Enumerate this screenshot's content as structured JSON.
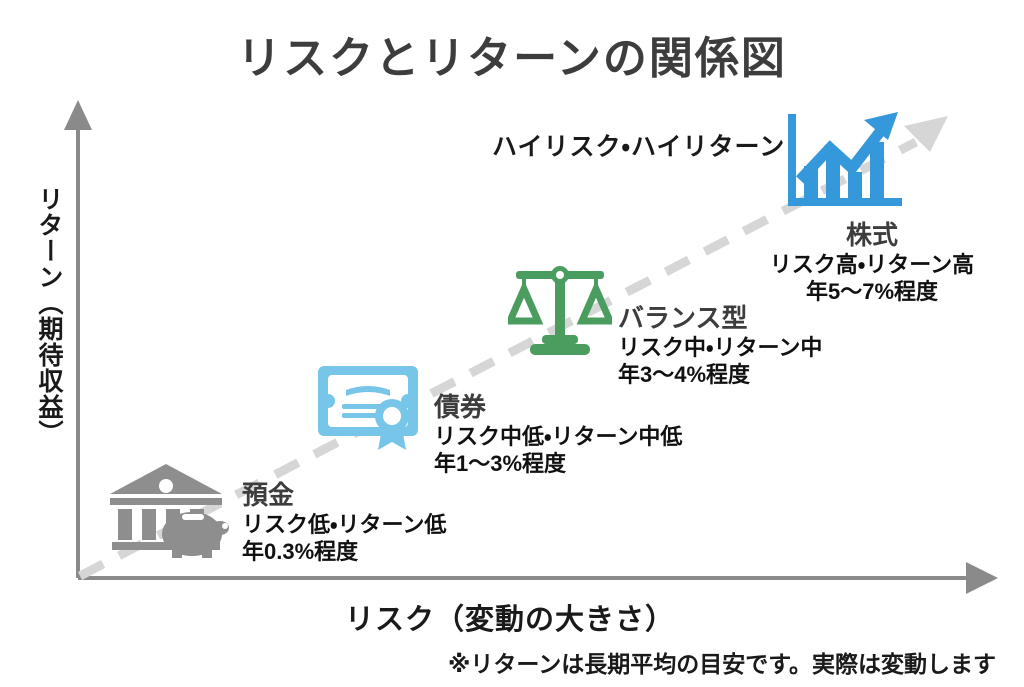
{
  "title": "リスクとリターンの関係図",
  "axes": {
    "y_label": "リターン（期待収益）",
    "x_label": "リスク（変動の大きさ）",
    "trend_annotation": "ハイリスク・ハイリターン"
  },
  "footnote": "※リターンは長期平均の目安です。実際は変動します",
  "colors": {
    "axis": "#8a8a8a",
    "trend_line": "#d4d4d4",
    "title": "#3d3d3d",
    "deposit_icon": "#8e8e8e",
    "bond_icon": "#77c5e8",
    "balanced_icon": "#4a9d5f",
    "stock_icon": "#3498db"
  },
  "chart_data": {
    "type": "scatter",
    "title": "リスクとリターンの関係図",
    "xlabel": "リスク（変動の大きさ）",
    "ylabel": "リターン（期待収益）",
    "grid": false,
    "legend": "none",
    "annotations": [
      "ハイリスク・ハイリターン",
      "※リターンは長期平均の目安です。実際は変動します"
    ],
    "trendline": {
      "style": "dashed",
      "direction": "upward",
      "arrow": true,
      "label": "ハイリスク・ハイリターン"
    },
    "points": [
      {
        "name": "預金",
        "risk_level": "低",
        "return_level": "低",
        "detail": "リスク低・リターン低",
        "rate": "年0.3%程度",
        "rate_min_pct": 0.3,
        "rate_max_pct": 0.3,
        "icon": "bank-piggybank-icon",
        "color": "#8e8e8e",
        "x": 0.08,
        "y": 0.08
      },
      {
        "name": "債券",
        "risk_level": "中低",
        "return_level": "中低",
        "detail": "リスク中低・リターン中低",
        "rate": "年1〜3%程度",
        "rate_min_pct": 1,
        "rate_max_pct": 3,
        "icon": "certificate-icon",
        "color": "#77c5e8",
        "x": 0.32,
        "y": 0.33
      },
      {
        "name": "バランス型",
        "risk_level": "中",
        "return_level": "中",
        "detail": "リスク中・リターン中",
        "rate": "年3〜4%程度",
        "rate_min_pct": 3,
        "rate_max_pct": 4,
        "icon": "balance-scales-icon",
        "color": "#4a9d5f",
        "x": 0.55,
        "y": 0.56
      },
      {
        "name": "株式",
        "risk_level": "高",
        "return_level": "高",
        "detail": "リスク高・リターン高",
        "rate": "年5〜7%程度",
        "rate_min_pct": 5,
        "rate_max_pct": 7,
        "icon": "growth-chart-icon",
        "color": "#3498db",
        "x": 0.86,
        "y": 0.86
      }
    ]
  }
}
